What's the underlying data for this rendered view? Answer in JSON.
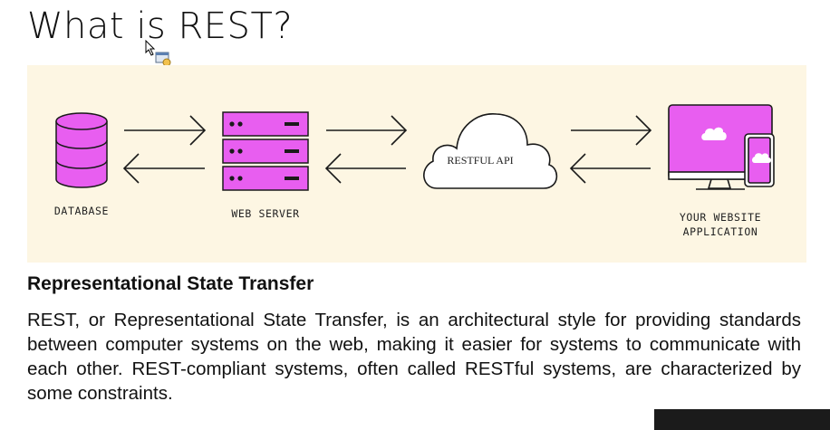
{
  "slide": {
    "title": "What is REST?",
    "subheading": "Representational State Transfer",
    "body": "REST, or Representational State Transfer, is an architectural style for providing standards between computer systems on the web, making it easier for systems to communicate with each other. REST-compliant systems, often called RESTful systems, are characterized by some constraints."
  },
  "diagram": {
    "nodes": {
      "database": "DATABASE",
      "web_server": "WEB SERVER",
      "api": "RESTFUL API",
      "app_line1": "YOUR WEBSITE",
      "app_line2": "APPLICATION"
    },
    "colors": {
      "accent": "#e85ef0",
      "background": "#fdf6e3",
      "stroke": "#1a1a1a"
    }
  }
}
